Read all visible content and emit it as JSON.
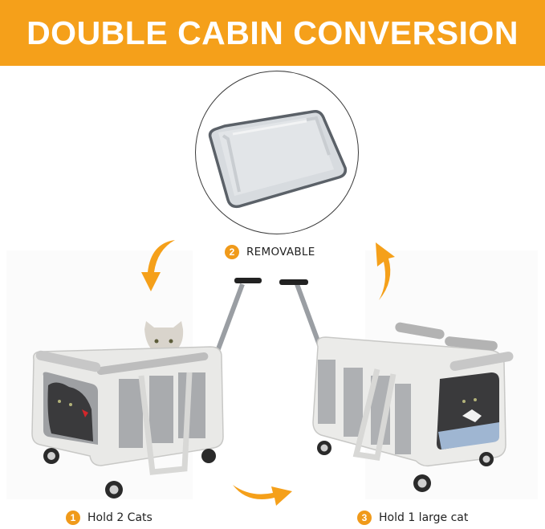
{
  "banner": {
    "title": "DOUBLE CABIN CONVERSION",
    "background_color": "#F5A01A",
    "text_color": "#FFFFFF"
  },
  "steps": [
    {
      "number": "1",
      "label": "Hold 2 Cats"
    },
    {
      "number": "2",
      "label": "REMOVABLE"
    },
    {
      "number": "3",
      "label": "Hold 1 large cat"
    }
  ],
  "accent_color": "#F09A1A",
  "images": {
    "divider_mat": "removable-divider-mat",
    "left_carrier": "rolling-pet-carrier-two-cats",
    "right_carrier": "rolling-pet-carrier-one-large-cat"
  },
  "arrows": [
    {
      "name": "arrow-down-left",
      "direction": "down"
    },
    {
      "name": "arrow-up-right",
      "direction": "up"
    },
    {
      "name": "arrow-bottom-right",
      "direction": "right"
    }
  ]
}
